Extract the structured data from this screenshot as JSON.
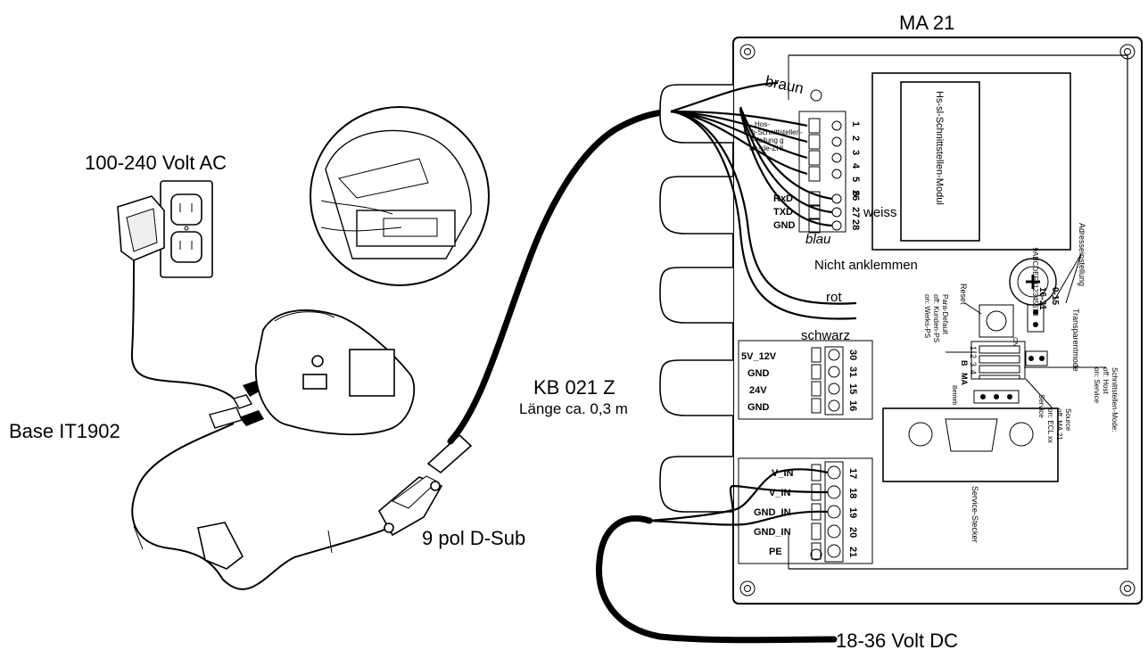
{
  "labels": {
    "ma21": "MA 21",
    "ac": "100-240 Volt AC",
    "base": "Base IT1902",
    "kb_name": "KB 021 Z",
    "kb_len": "Länge ca. 0,3 m",
    "dsub": "9 pol D-Sub",
    "dc": "18-36 Volt DC"
  },
  "wires": {
    "braun": "braun",
    "weiss": "weiss",
    "blau": "blau",
    "rot": "rot",
    "schwarz": "schwarz",
    "nicht": "Nicht anklemmen"
  },
  "module": {
    "hs_modul": "Hs-sl-Schnittstellen-Modul",
    "side_notes": [
      "Hos-",
      "Sch-Schnittstellen-",
      "Pfeilung g",
      "Hs-sle-ZHL"
    ],
    "top_term_labels": [
      "1",
      "2",
      "3",
      "4",
      "5",
      "6",
      "26",
      "27",
      "28"
    ],
    "top_pins": [
      "RxD",
      "TXD",
      "GND"
    ],
    "pwr_pins": [
      "5V_12V",
      "GND",
      "24V",
      "GND"
    ],
    "pwr_nums": [
      "30",
      "31",
      "15",
      "16"
    ],
    "in_pins": [
      "V_IN",
      "V_IN",
      "GND_IN",
      "GND_IN",
      "PE"
    ],
    "in_nums": [
      "17",
      "18",
      "19",
      "20",
      "21"
    ]
  },
  "controls": {
    "adresse": "Adresseinstellung",
    "hex": "9ABCDEF012345678",
    "range1": "16-31",
    "range2": "0-15",
    "transparent": "Transparentmode",
    "reset": "Reset",
    "dip_top": "ON",
    "dip_nums": [
      "1",
      "2",
      "3",
      "4"
    ],
    "dip_B": "B",
    "dip_MA": "MA",
    "betrieb": "Betrieb",
    "service": "Service",
    "para_default": [
      "Para-Default",
      "off:  Kunden-PS",
      "on:   Werks-PS"
    ],
    "source": [
      "Source",
      "off:    MA 21",
      "on:     ECL xx"
    ],
    "schnitt_mode": [
      "Schnittstellen-Mode:",
      "off:    Host",
      "on:     Service"
    ],
    "service_stecker": "Service-Stecker"
  }
}
